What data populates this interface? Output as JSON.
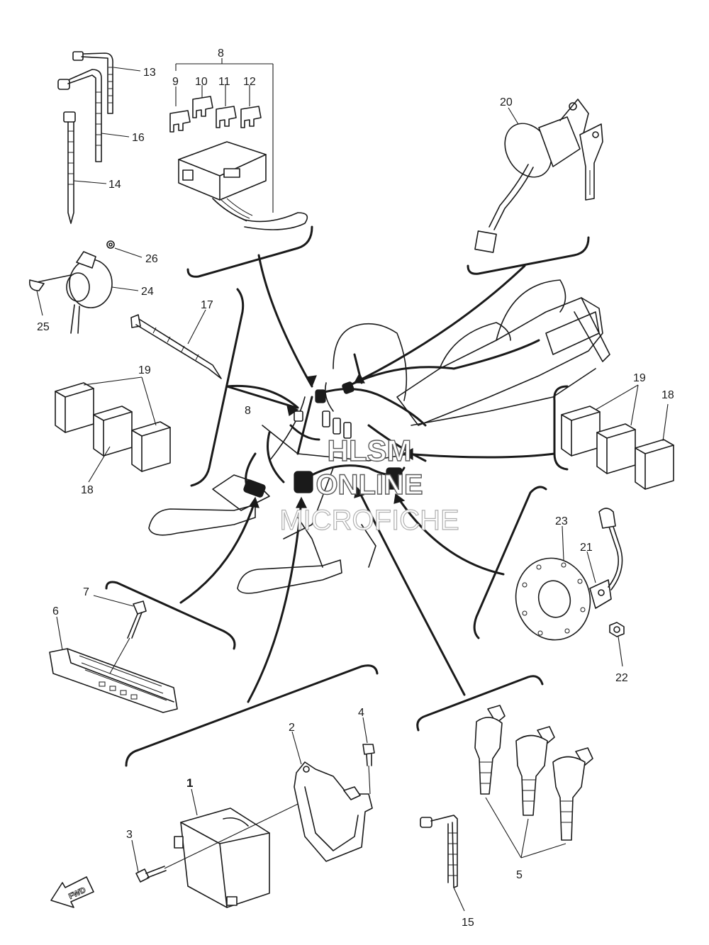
{
  "callouts": {
    "c1": "1",
    "c2": "2",
    "c3": "3",
    "c4": "4",
    "c5": "5",
    "c6": "6",
    "c7": "7",
    "c8_top": "8",
    "c8_mid": "8",
    "c9": "9",
    "c10": "10",
    "c11": "11",
    "c12": "12",
    "c13": "13",
    "c14": "14",
    "c15": "15",
    "c16": "16",
    "c17": "17",
    "c18_left": "18",
    "c18_right": "18",
    "c19_left": "19",
    "c19_right": "19",
    "c20": "20",
    "c21": "21",
    "c22": "22",
    "c23": "23",
    "c24": "24",
    "c25": "25",
    "c26": "26"
  },
  "watermark": {
    "line1": "HLSM",
    "line2": "ONLINE",
    "line3": "MICROFICHE"
  },
  "fwd_label": "FWD"
}
